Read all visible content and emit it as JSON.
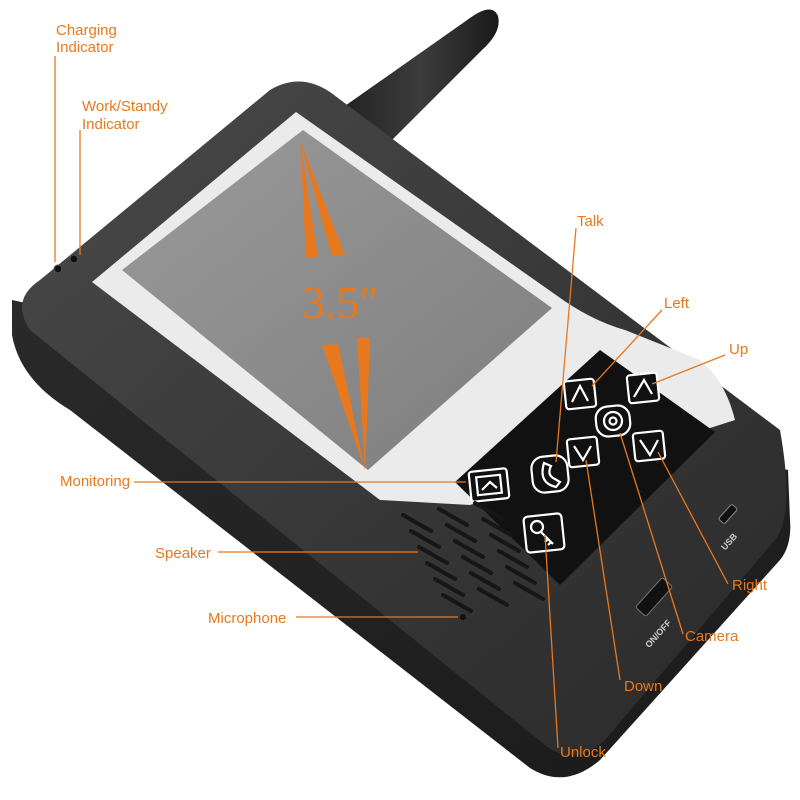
{
  "colors": {
    "accent": "#e8781e",
    "body": "#3a3a3a",
    "bezel": "#e9e9e9",
    "screen": "#8d8d8d",
    "panel": "#111111"
  },
  "screen_size": "3.5″",
  "callouts": {
    "charging_indicator": [
      "Charging",
      "Indicator"
    ],
    "work_standby_indicator": [
      "Work/Standy",
      "Indicator"
    ],
    "talk": "Talk",
    "left": "Left",
    "up": "Up",
    "monitoring": "Monitoring",
    "speaker": "Speaker",
    "microphone": "Microphone",
    "right": "Right",
    "camera": "Camera",
    "down": "Down",
    "unlock": "Unlock"
  },
  "ports": {
    "usb": "USB",
    "power": "ON/OFF"
  },
  "icons": {
    "monitoring": "monitor-icon",
    "talk": "handset-icon",
    "left": "left-arrow-icon",
    "up": "up-arrow-icon",
    "down": "down-arrow-icon",
    "right": "right-arrow-icon",
    "camera": "camera-icon",
    "unlock": "key-icon"
  }
}
